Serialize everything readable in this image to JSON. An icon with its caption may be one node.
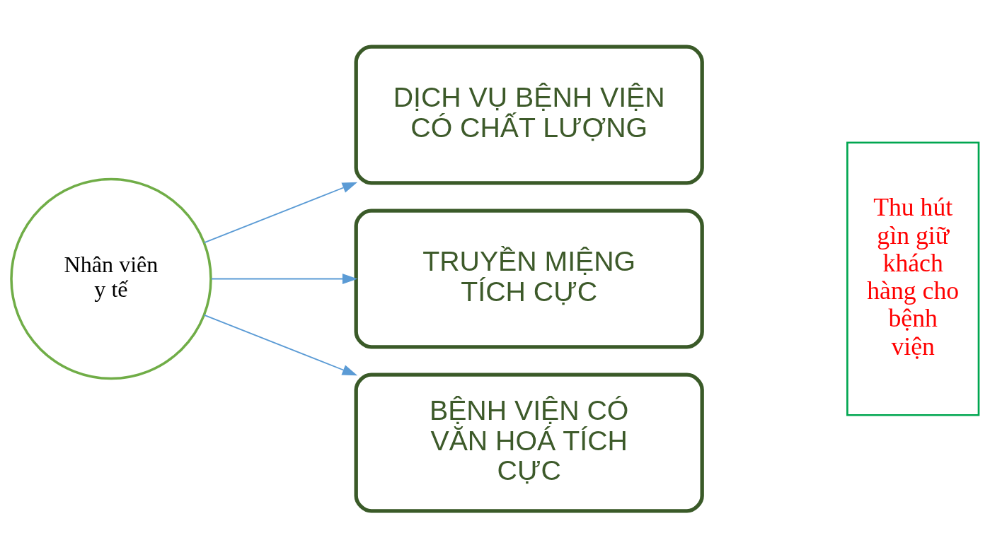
{
  "diagram": {
    "nodes": [
      {
        "text": [
          "Nhân viên y tế"
        ]
      },
      {
        "text": [
          "DỊCH VỤ BỆNH VIỆN CÓ CHẤT LƯỢNG"
        ]
      },
      {
        "text": [
          "TRUYỀN MIỆNG TÍCH CỰC"
        ]
      },
      {
        "text": [
          "BỆNH VIỆN CÓ VĂN HOÁ TÍCH CỰC"
        ]
      },
      {
        "text": [
          "Thu hút gìn giữ khách hàng cho bệnh viện"
        ]
      }
    ],
    "edges": [
      {
        "from": 0,
        "to": 1,
        "arrow": "to"
      },
      {
        "from": 0,
        "to": 2,
        "arrow": "to"
      },
      {
        "from": 0,
        "to": 3,
        "arrow": "to"
      }
    ]
  }
}
